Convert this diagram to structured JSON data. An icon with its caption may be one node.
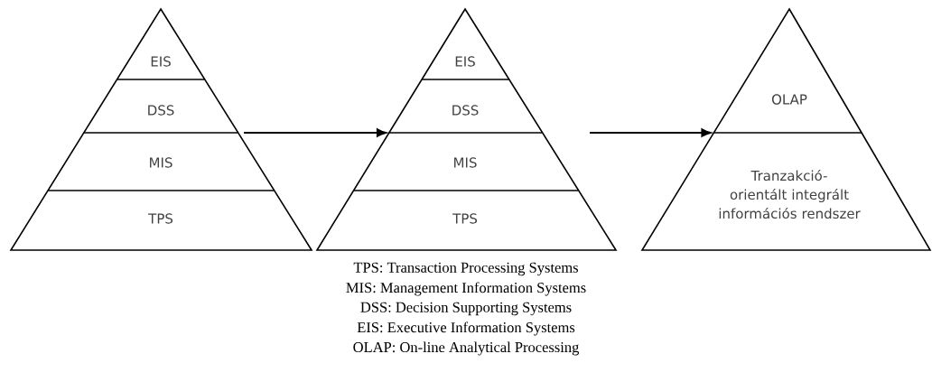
{
  "diagram": {
    "nodes": [
      {
        "text": [],
        "shape": "triangle"
      },
      {
        "text": [
          "EIS"
        ],
        "in": 0
      },
      {
        "text": [
          "DSS"
        ],
        "in": 0
      },
      {
        "text": [
          "MIS"
        ],
        "in": 0
      },
      {
        "text": [
          "TPS"
        ],
        "in": 0
      },
      {
        "text": [],
        "shape": "triangle"
      },
      {
        "text": [
          "EIS"
        ],
        "in": 5
      },
      {
        "text": [
          "DSS"
        ],
        "in": 5
      },
      {
        "text": [
          "MIS"
        ],
        "in": 5
      },
      {
        "text": [
          "TPS"
        ],
        "in": 5
      },
      {
        "text": [],
        "shape": "triangle"
      },
      {
        "text": [
          "OLAP"
        ],
        "in": 10
      },
      {
        "text": [
          "Tranzakció- orientált integrált információs rendszer"
        ],
        "in": 10
      }
    ],
    "edges": [
      {
        "from": 0,
        "to": 5,
        "arrow": "to"
      },
      {
        "from": 5,
        "to": 10,
        "arrow": "to"
      }
    ],
    "labels": [
      "TPS: Transaction Processing Systems",
      "MIS: Management Information Systems",
      "DSS: Decision Supporting Systems",
      "EIS: Executive Information Systems",
      "OLAP: On-line Analytical Processing"
    ]
  }
}
